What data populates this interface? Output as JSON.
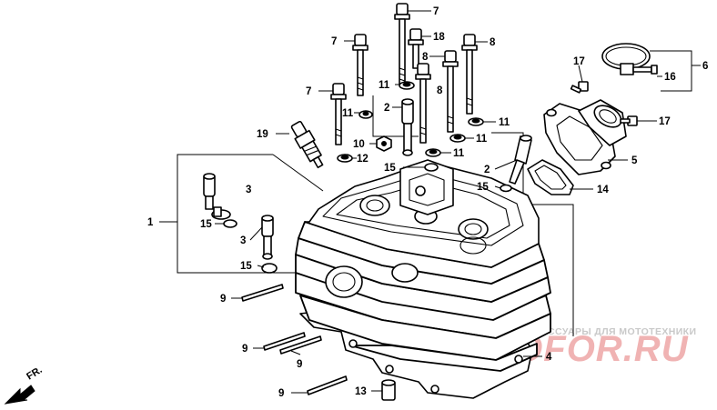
{
  "diagram": {
    "callouts": {
      "c1": "1",
      "c2a": "2",
      "c2b": "2",
      "c3a": "3",
      "c3b": "3",
      "c4": "4",
      "c5": "5",
      "c6": "6",
      "c7a": "7",
      "c7b": "7",
      "c7c": "7",
      "c8a": "8",
      "c8b": "8",
      "c8c": "8",
      "c9a": "9",
      "c9b": "9",
      "c9c": "9",
      "c9d": "9",
      "c10": "10",
      "c11a": "11",
      "c11b": "11",
      "c11c": "11",
      "c11d": "11",
      "c11e": "11",
      "c12": "12",
      "c13": "13",
      "c14": "14",
      "c15a": "15",
      "c15b": "15",
      "c15c": "15",
      "c15d": "15",
      "c16": "16",
      "c17a": "17",
      "c17b": "17",
      "c18": "18",
      "c19": "19"
    },
    "direction_label": "FR.",
    "watermark": {
      "caption": "АКСЕССУАРЫ ДЛЯ МОТОТЕХНИКИ",
      "logo": "MOTOFOR.RU"
    },
    "colors": {
      "line": "#000000",
      "background": "#ffffff",
      "watermark_caption": "#c9c9c9",
      "watermark_logo": "#f0b3b3"
    }
  }
}
